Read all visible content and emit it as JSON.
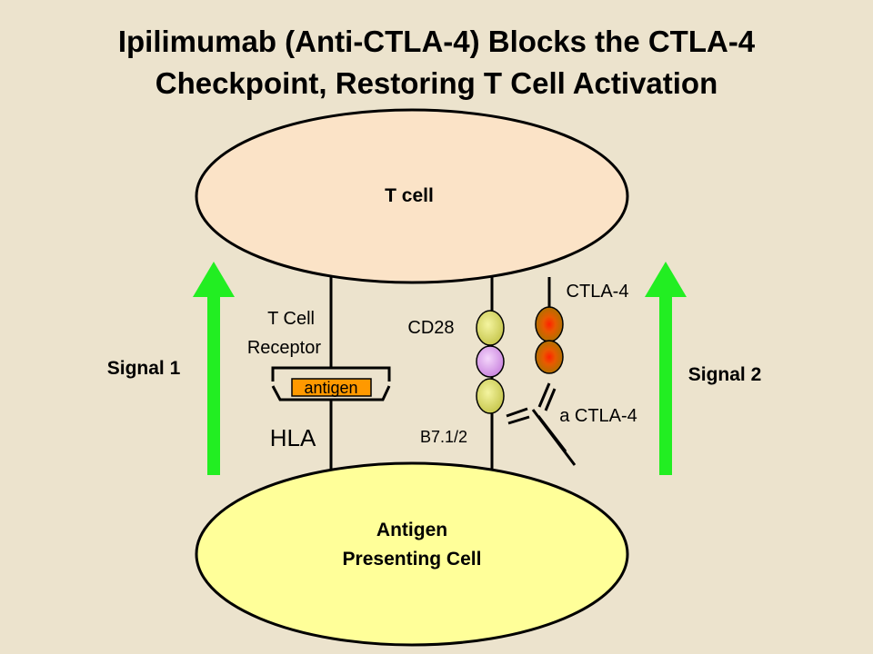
{
  "title": {
    "line1": "Ipilimumab (Anti-CTLA-4) Blocks the CTLA-4",
    "line2": "Checkpoint, Restoring T Cell Activation"
  },
  "cells": {
    "t_cell": "T cell",
    "apc_line1": "Antigen",
    "apc_line2": "Presenting Cell"
  },
  "labels": {
    "tcr_line1": "T Cell",
    "tcr_line2": "Receptor",
    "antigen": "antigen",
    "hla": "HLA",
    "cd28": "CD28",
    "b7": "B7.1/2",
    "ctla4": "CTLA-4",
    "anti_ctla4": "a CTLA-4"
  },
  "signals": {
    "signal1": "Signal 1",
    "signal2": "Signal 2"
  },
  "colors": {
    "background": "#ece3cd",
    "t_cell_fill": "#fbe3c7",
    "apc_fill": "#ffff99",
    "arrow_green": "#22ee22",
    "antigen_fill": "#ff9900",
    "cd28_fill": "#dddd66",
    "b7_purple": "#dd99ee",
    "ctla4_fill": "#dd7700"
  }
}
